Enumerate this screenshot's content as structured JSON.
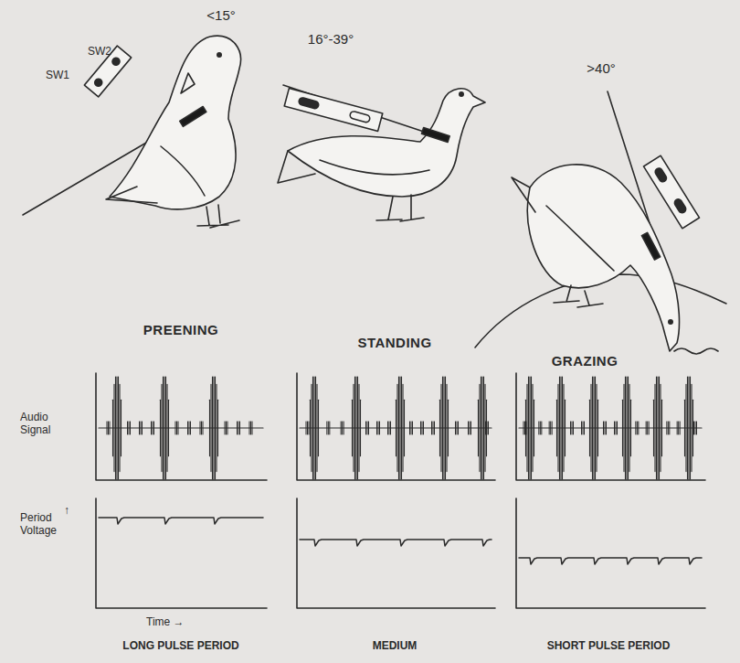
{
  "diagram": {
    "labels": [
      "<15°",
      "SW1",
      "SW2",
      "16°-39°",
      ">40°",
      "PREENING",
      "STANDING",
      "GRAZING",
      "Audio Signal",
      "Period Voltage",
      "↑",
      "Time →",
      "LONG PULSE PERIOD",
      "MEDIUM",
      "SHORT PULSE PERIOD"
    ]
  }
}
